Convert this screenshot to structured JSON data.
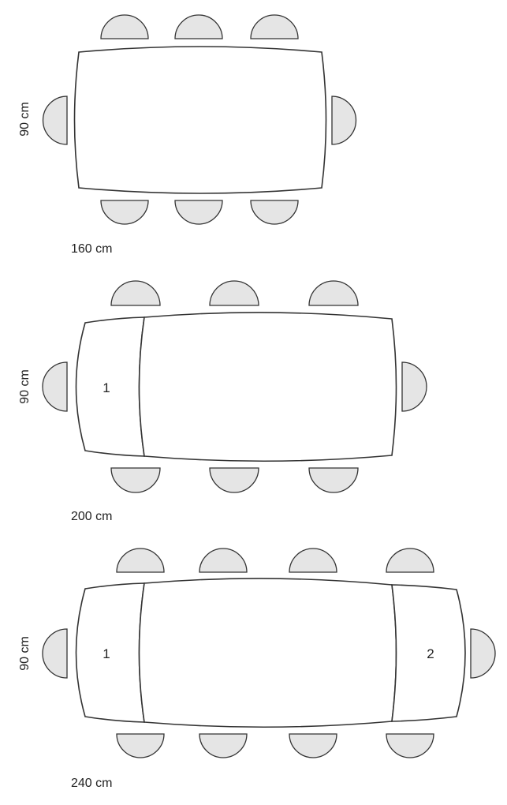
{
  "colors": {
    "chair_fill": "#e5e5e5",
    "outline": "#333333",
    "text": "#222222",
    "background": "#ffffff"
  },
  "layouts": [
    {
      "depth_label": "90 cm",
      "length_label": "160 cm",
      "seats": 8,
      "extension_labels": []
    },
    {
      "depth_label": "90 cm",
      "length_label": "200 cm",
      "seats": 8,
      "extension_labels": [
        "1"
      ]
    },
    {
      "depth_label": "90 cm",
      "length_label": "240 cm",
      "seats": 10,
      "extension_labels": [
        "1",
        "2"
      ]
    }
  ]
}
